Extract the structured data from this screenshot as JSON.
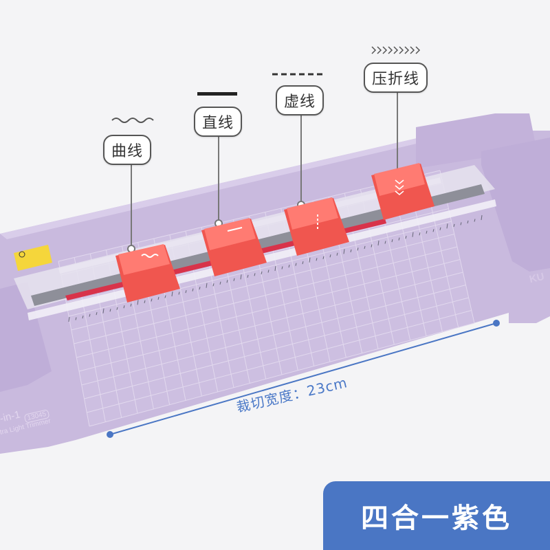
{
  "callouts": {
    "curve": "曲线",
    "straight": "直线",
    "dashed": "虚线",
    "crease": "压折线"
  },
  "cutting_width_label": "裁切宽度：23cm",
  "color_badge": "四合一紫色",
  "product": {
    "model_name": "-in-1",
    "model_code": "13045",
    "subtitle": "tra Light Trimmer",
    "brand": "KU"
  },
  "colors": {
    "trimmer_body": "#c7b8de",
    "trimmer_edge": "#b4a3cf",
    "cutter_heads": "#f26060",
    "blade_strip_gray": "#8e8f99",
    "blade_strip_red": "#d8334a",
    "accent_blue": "#4a76c4",
    "background": "#f4f4f6"
  },
  "icons": [
    "wavy-line-icon",
    "solid-line-icon",
    "dashed-line-icon",
    "chevron-crease-icon"
  ]
}
